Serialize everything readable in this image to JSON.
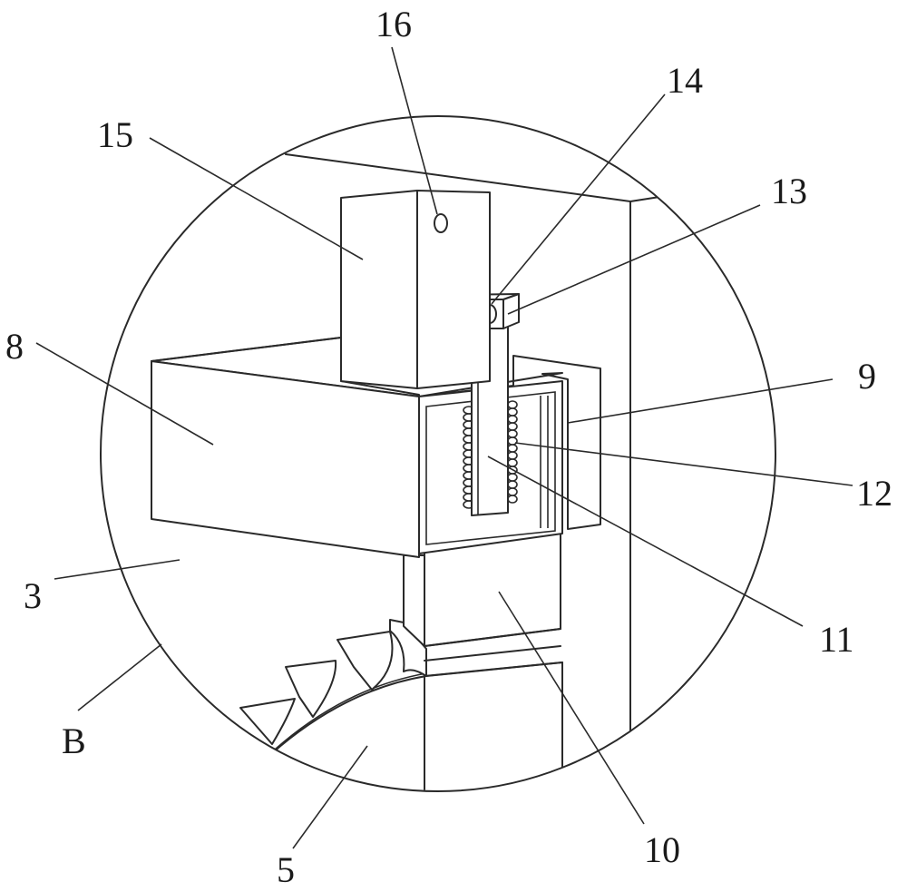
{
  "figure": {
    "detail_view": "B",
    "reference_numerals": [
      "16",
      "14",
      "15",
      "13",
      "8",
      "9",
      "12",
      "3",
      "11",
      "B",
      "10",
      "5"
    ]
  }
}
